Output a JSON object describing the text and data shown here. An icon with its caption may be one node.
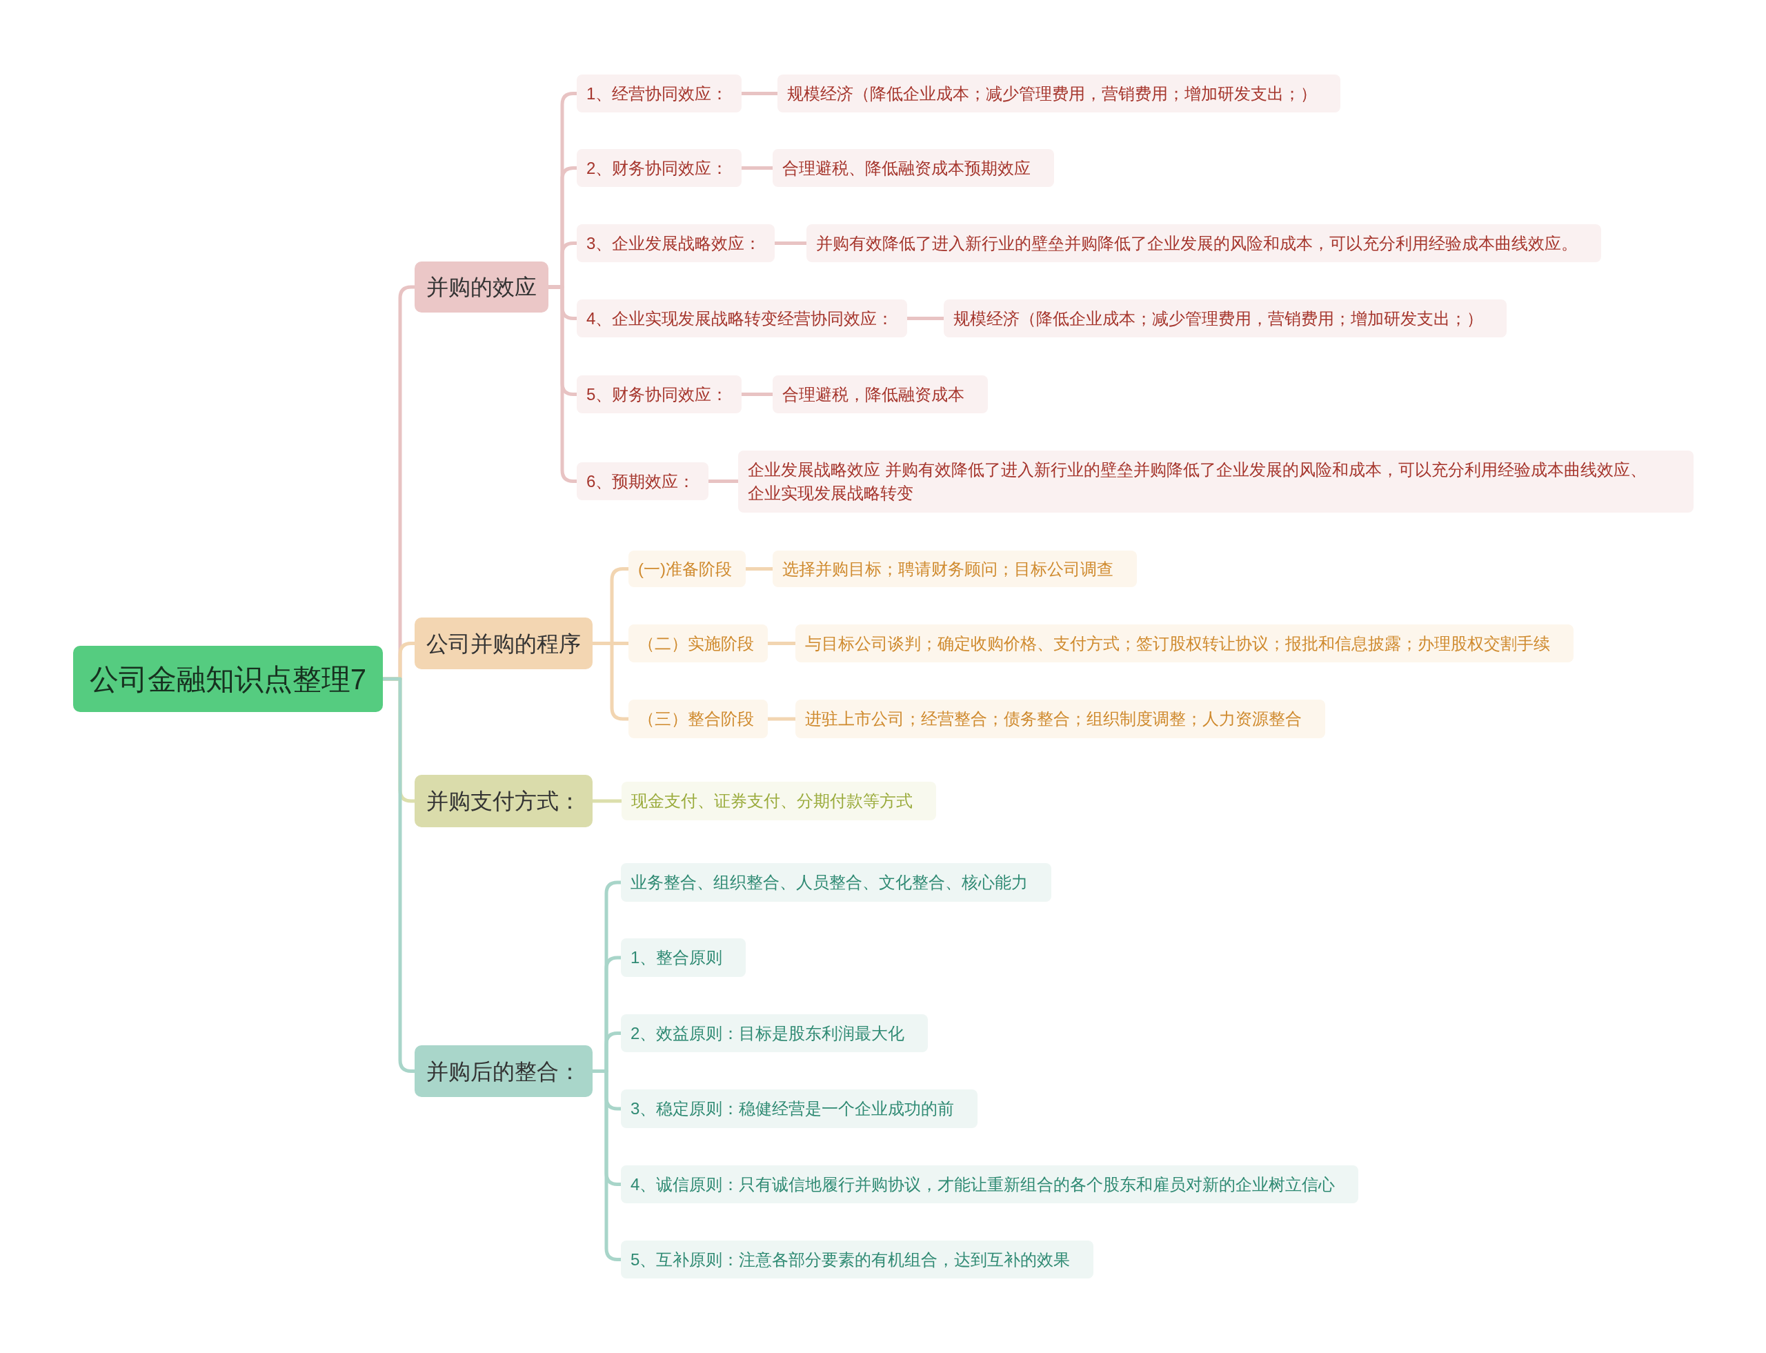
{
  "diagram": {
    "nodes": [
      {
        "text": [
          "公司金融知识点整理7"
        ]
      },
      {
        "text": [
          "并购的效应"
        ]
      },
      {
        "text": [
          "1、经营协同效应："
        ]
      },
      {
        "text": [
          "规模经济（降低企业成本；减少管理费用，营销费用；增加研发支出；）"
        ]
      },
      {
        "text": [
          "2、财务协同效应："
        ]
      },
      {
        "text": [
          "合理避税、降低融资成本预期效应"
        ]
      },
      {
        "text": [
          "3、企业发展战略效应："
        ]
      },
      {
        "text": [
          "并购有效降低了进入新行业的壁垒并购降低了企业发展的风险和成本，可以充分利用经验成本曲线效应。"
        ]
      },
      {
        "text": [
          "4、企业实现发展战略转变经营协同效应："
        ]
      },
      {
        "text": [
          "规模经济（降低企业成本；减少管理费用，营销费用；增加研发支出；）"
        ]
      },
      {
        "text": [
          "5、财务协同效应："
        ]
      },
      {
        "text": [
          "合理避税，降低融资成本"
        ]
      },
      {
        "text": [
          "6、预期效应："
        ]
      },
      {
        "text": [
          "企业发展战略效应 并购有效降低了进入新行业的壁垒并购降低了企业发展的风险和成本，可以充分利用经验成本曲线效应、企业实现发展战略转变"
        ]
      },
      {
        "text": [
          "公司并购的程序"
        ]
      },
      {
        "text": [
          "(一)准备阶段"
        ]
      },
      {
        "text": [
          "选择并购目标；聘请财务顾问；目标公司调查"
        ]
      },
      {
        "text": [
          "（二）实施阶段"
        ]
      },
      {
        "text": [
          "与目标公司谈判；确定收购价格、支付方式；签订股权转让协议；报批和信息披露；办理股权交割手续"
        ]
      },
      {
        "text": [
          "（三）整合阶段"
        ]
      },
      {
        "text": [
          "进驻上市公司；经营整合；债务整合；组织制度调整；人力资源整合"
        ]
      },
      {
        "text": [
          "并购支付方式："
        ]
      },
      {
        "text": [
          "现金支付、证券支付、分期付款等方式"
        ]
      },
      {
        "text": [
          "并购后的整合："
        ]
      },
      {
        "text": [
          "业务整合、组织整合、人员整合、文化整合、核心能力"
        ]
      },
      {
        "text": [
          "1、整合原则"
        ]
      },
      {
        "text": [
          "2、效益原则：目标是股东利润最大化"
        ]
      },
      {
        "text": [
          "3、稳定原则：稳健经营是一个企业成功的前"
        ]
      },
      {
        "text": [
          "4、诚信原则：只有诚信地履行并购协议，才能让重新组合的各个股东和雇员对新的企业树立信心"
        ]
      },
      {
        "text": [
          "5、互补原则：注意各部分要素的有机组合，达到互补的效果"
        ]
      }
    ],
    "edges": [
      {
        "from": 0,
        "to": 1,
        "arrow": "none"
      },
      {
        "from": 1,
        "to": 2,
        "arrow": "none"
      },
      {
        "from": 2,
        "to": 3,
        "arrow": "none"
      },
      {
        "from": 1,
        "to": 4,
        "arrow": "none"
      },
      {
        "from": 4,
        "to": 5,
        "arrow": "none"
      },
      {
        "from": 1,
        "to": 6,
        "arrow": "none"
      },
      {
        "from": 6,
        "to": 7,
        "arrow": "none"
      },
      {
        "from": 1,
        "to": 8,
        "arrow": "none"
      },
      {
        "from": 8,
        "to": 9,
        "arrow": "none"
      },
      {
        "from": 1,
        "to": 10,
        "arrow": "none"
      },
      {
        "from": 10,
        "to": 11,
        "arrow": "none"
      },
      {
        "from": 1,
        "to": 12,
        "arrow": "none"
      },
      {
        "from": 12,
        "to": 13,
        "arrow": "none"
      },
      {
        "from": 0,
        "to": 14,
        "arrow": "none",
        "color": "#f2d5b1"
      },
      {
        "from": 14,
        "to": 15,
        "arrow": "none",
        "color": "#f2d5b1"
      },
      {
        "from": 15,
        "to": 16,
        "arrow": "none",
        "color": "#f2d5b1"
      },
      {
        "from": 14,
        "to": 17,
        "arrow": "none",
        "color": "#f2d5b1"
      },
      {
        "from": 17,
        "to": 18,
        "arrow": "none",
        "color": "#f2d5b1"
      },
      {
        "from": 14,
        "to": 19,
        "arrow": "none",
        "color": "#f2d5b1"
      },
      {
        "from": 19,
        "to": 20,
        "arrow": "none",
        "color": "#f2d5b1"
      },
      {
        "from": 0,
        "to": 21,
        "arrow": "none",
        "color": "#dcdfac"
      },
      {
        "from": 21,
        "to": 22,
        "arrow": "none",
        "color": "#dcdfac"
      },
      {
        "from": 0,
        "to": 23,
        "arrow": "none",
        "color": "#a8d5c9"
      },
      {
        "from": 23,
        "to": 24,
        "arrow": "none",
        "color": "#a8d5c9"
      },
      {
        "from": 23,
        "to": 25,
        "arrow": "none",
        "color": "#a8d5c9"
      },
      {
        "from": 23,
        "to": 26,
        "arrow": "none",
        "color": "#a8d5c9"
      },
      {
        "from": 23,
        "to": 27,
        "arrow": "none",
        "color": "#a8d5c9"
      },
      {
        "from": 23,
        "to": 28,
        "arrow": "none",
        "color": "#a8d5c9"
      },
      {
        "from": 23,
        "to": 29,
        "arrow": "none",
        "color": "#a8d5c9"
      }
    ]
  }
}
